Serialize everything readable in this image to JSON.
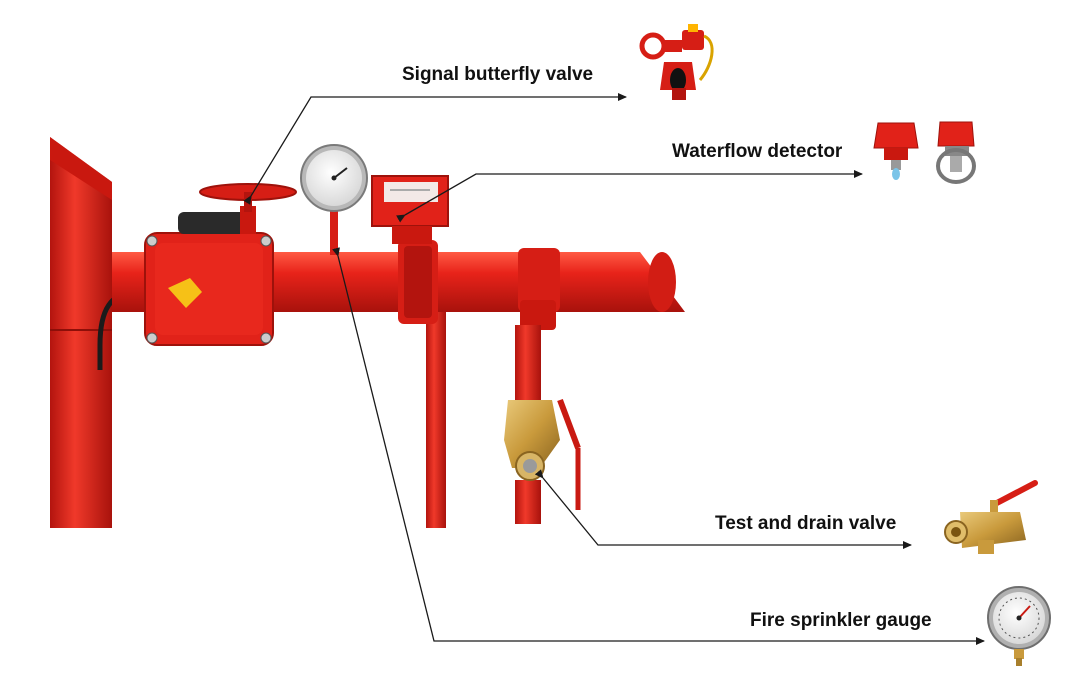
{
  "callouts": {
    "signal_butterfly_valve": "Signal butterfly valve",
    "waterflow_detector": "Waterflow detector",
    "test_and_drain_valve": "Test and drain valve",
    "fire_sprinkler_gauge": "Fire sprinkler gauge"
  },
  "colors": {
    "pipe_red": "#e8231a",
    "pipe_dark": "#b3140e",
    "brass": "#c99a3c",
    "leader_line": "#1a1a1a",
    "label_text": "#111111"
  }
}
